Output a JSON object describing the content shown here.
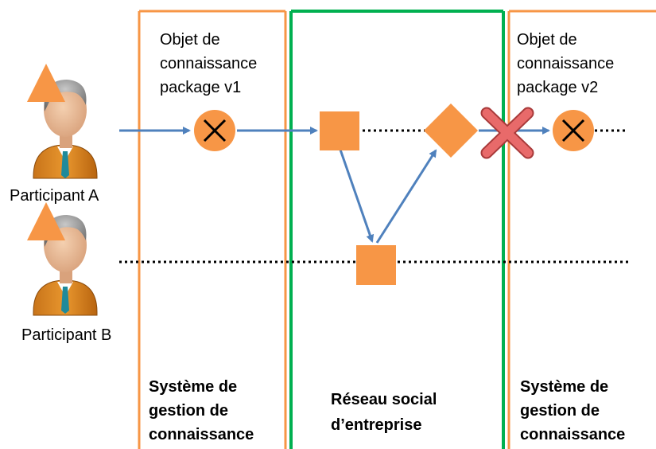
{
  "colors": {
    "orange": "#F79646",
    "green": "#00B050",
    "blue_arrow": "#4F81BD",
    "red_cross": "#E06060",
    "dotted_line": "#000000",
    "text": "#000000"
  },
  "icons": {
    "participant": "person-with-orange-tie-icon",
    "role_marker": "orange-triangle-icon",
    "knowledge_object": "orange-circle-x-icon",
    "activity": "orange-square-icon",
    "decision": "orange-diamond-icon",
    "blocked": "red-cross-icon"
  },
  "participants": [
    {
      "label": "Participant A"
    },
    {
      "label": "Participant B"
    }
  ],
  "left_object_label": [
    "Objet de",
    "connaissance",
    "package v1"
  ],
  "right_object_label": [
    "Objet de",
    "connaissance",
    "package v2"
  ],
  "left_system_label": [
    "Système de",
    "gestion de",
    "connaissance"
  ],
  "middle_system_label": [
    "Réseau social",
    "d’entreprise"
  ],
  "right_system_label": [
    "Système de",
    "gestion de",
    "connaissance"
  ]
}
